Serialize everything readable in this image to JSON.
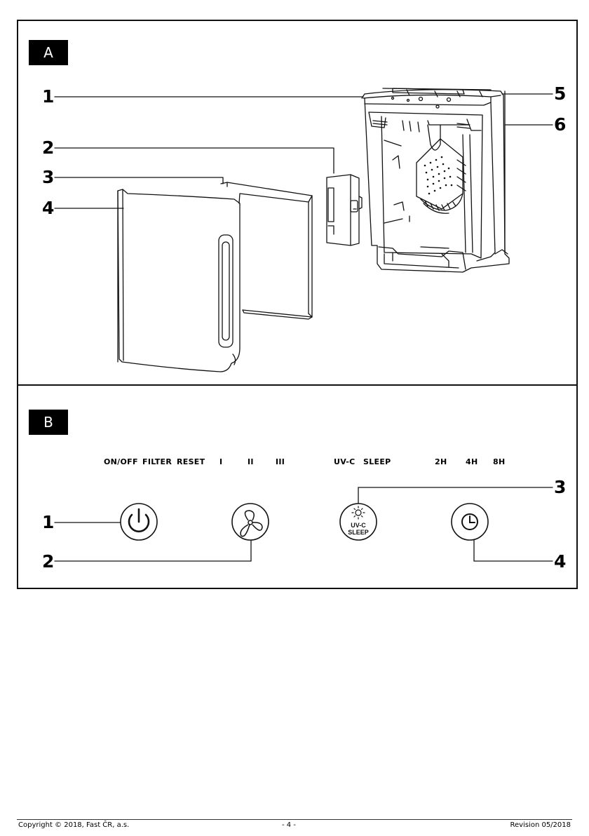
{
  "section_a": {
    "tag": "A",
    "callouts": [
      "1",
      "2",
      "3",
      "4",
      "5",
      "6"
    ]
  },
  "section_b": {
    "tag": "B",
    "panel_labels": [
      "ON/OFF",
      "FILTER",
      "RESET",
      "I",
      "II",
      "III",
      "UV-C",
      "SLEEP",
      "2H",
      "4H",
      "8H"
    ],
    "buttons": [
      {
        "callout": "1",
        "icon": "power-icon"
      },
      {
        "callout": "2",
        "icon": "fan-icon"
      },
      {
        "callout": "3",
        "icon": "sun-icon",
        "text_top": "UV-C",
        "text_bottom": "SLEEP"
      },
      {
        "callout": "4",
        "icon": "clock-icon"
      }
    ]
  },
  "footer": {
    "copyright": "Copyright © 2018, Fast ČR, a.s.",
    "page": "- 4 -",
    "revision": "Revision 05/2018"
  }
}
